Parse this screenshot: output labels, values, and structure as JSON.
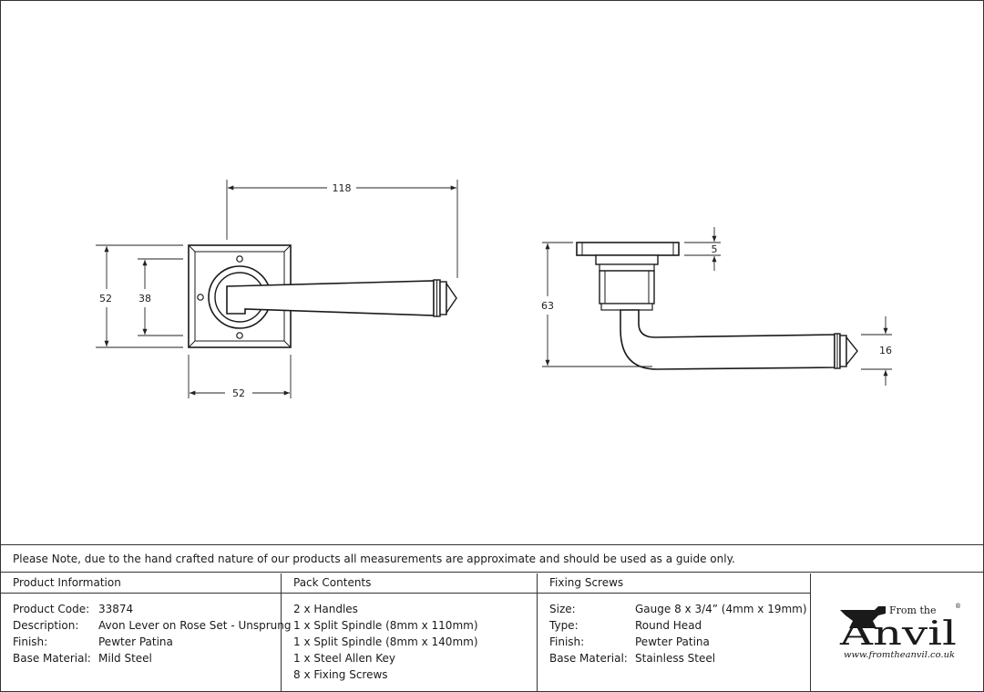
{
  "drawing": {
    "dims": {
      "lever_length": "118",
      "rose_height": "52",
      "rose_inner": "38",
      "rose_width": "52",
      "rose_thickness": "5",
      "projection": "63",
      "grip_diameter": "16"
    }
  },
  "note": "Please Note, due to the hand crafted nature of our products all measurements are approximate and should be used as a guide only.",
  "product_info": {
    "header": "Product Information",
    "rows": [
      {
        "label": "Product Code:",
        "value": "33874"
      },
      {
        "label": "Description:",
        "value": "Avon Lever on Rose Set - Unsprung"
      },
      {
        "label": "Finish:",
        "value": "Pewter Patina"
      },
      {
        "label": "Base Material:",
        "value": "Mild Steel"
      }
    ]
  },
  "pack_contents": {
    "header": "Pack Contents",
    "items": [
      "2 x Handles",
      "1 x Split Spindle (8mm x 110mm)",
      "1 x Split Spindle (8mm x 140mm)",
      "1 x Steel Allen Key",
      "8 x Fixing Screws"
    ]
  },
  "fixing_screws": {
    "header": "Fixing Screws",
    "rows": [
      {
        "label": "Size:",
        "value": "Gauge 8 x 3/4” (4mm x 19mm)"
      },
      {
        "label": "Type:",
        "value": "Round Head"
      },
      {
        "label": "Finish:",
        "value": "Pewter Patina"
      },
      {
        "label": "Base Material:",
        "value": "Stainless Steel"
      }
    ]
  },
  "logo": {
    "from_the": "From the",
    "name": "Anvil",
    "registered": "®",
    "url": "www.fromtheanvil.co.uk"
  }
}
